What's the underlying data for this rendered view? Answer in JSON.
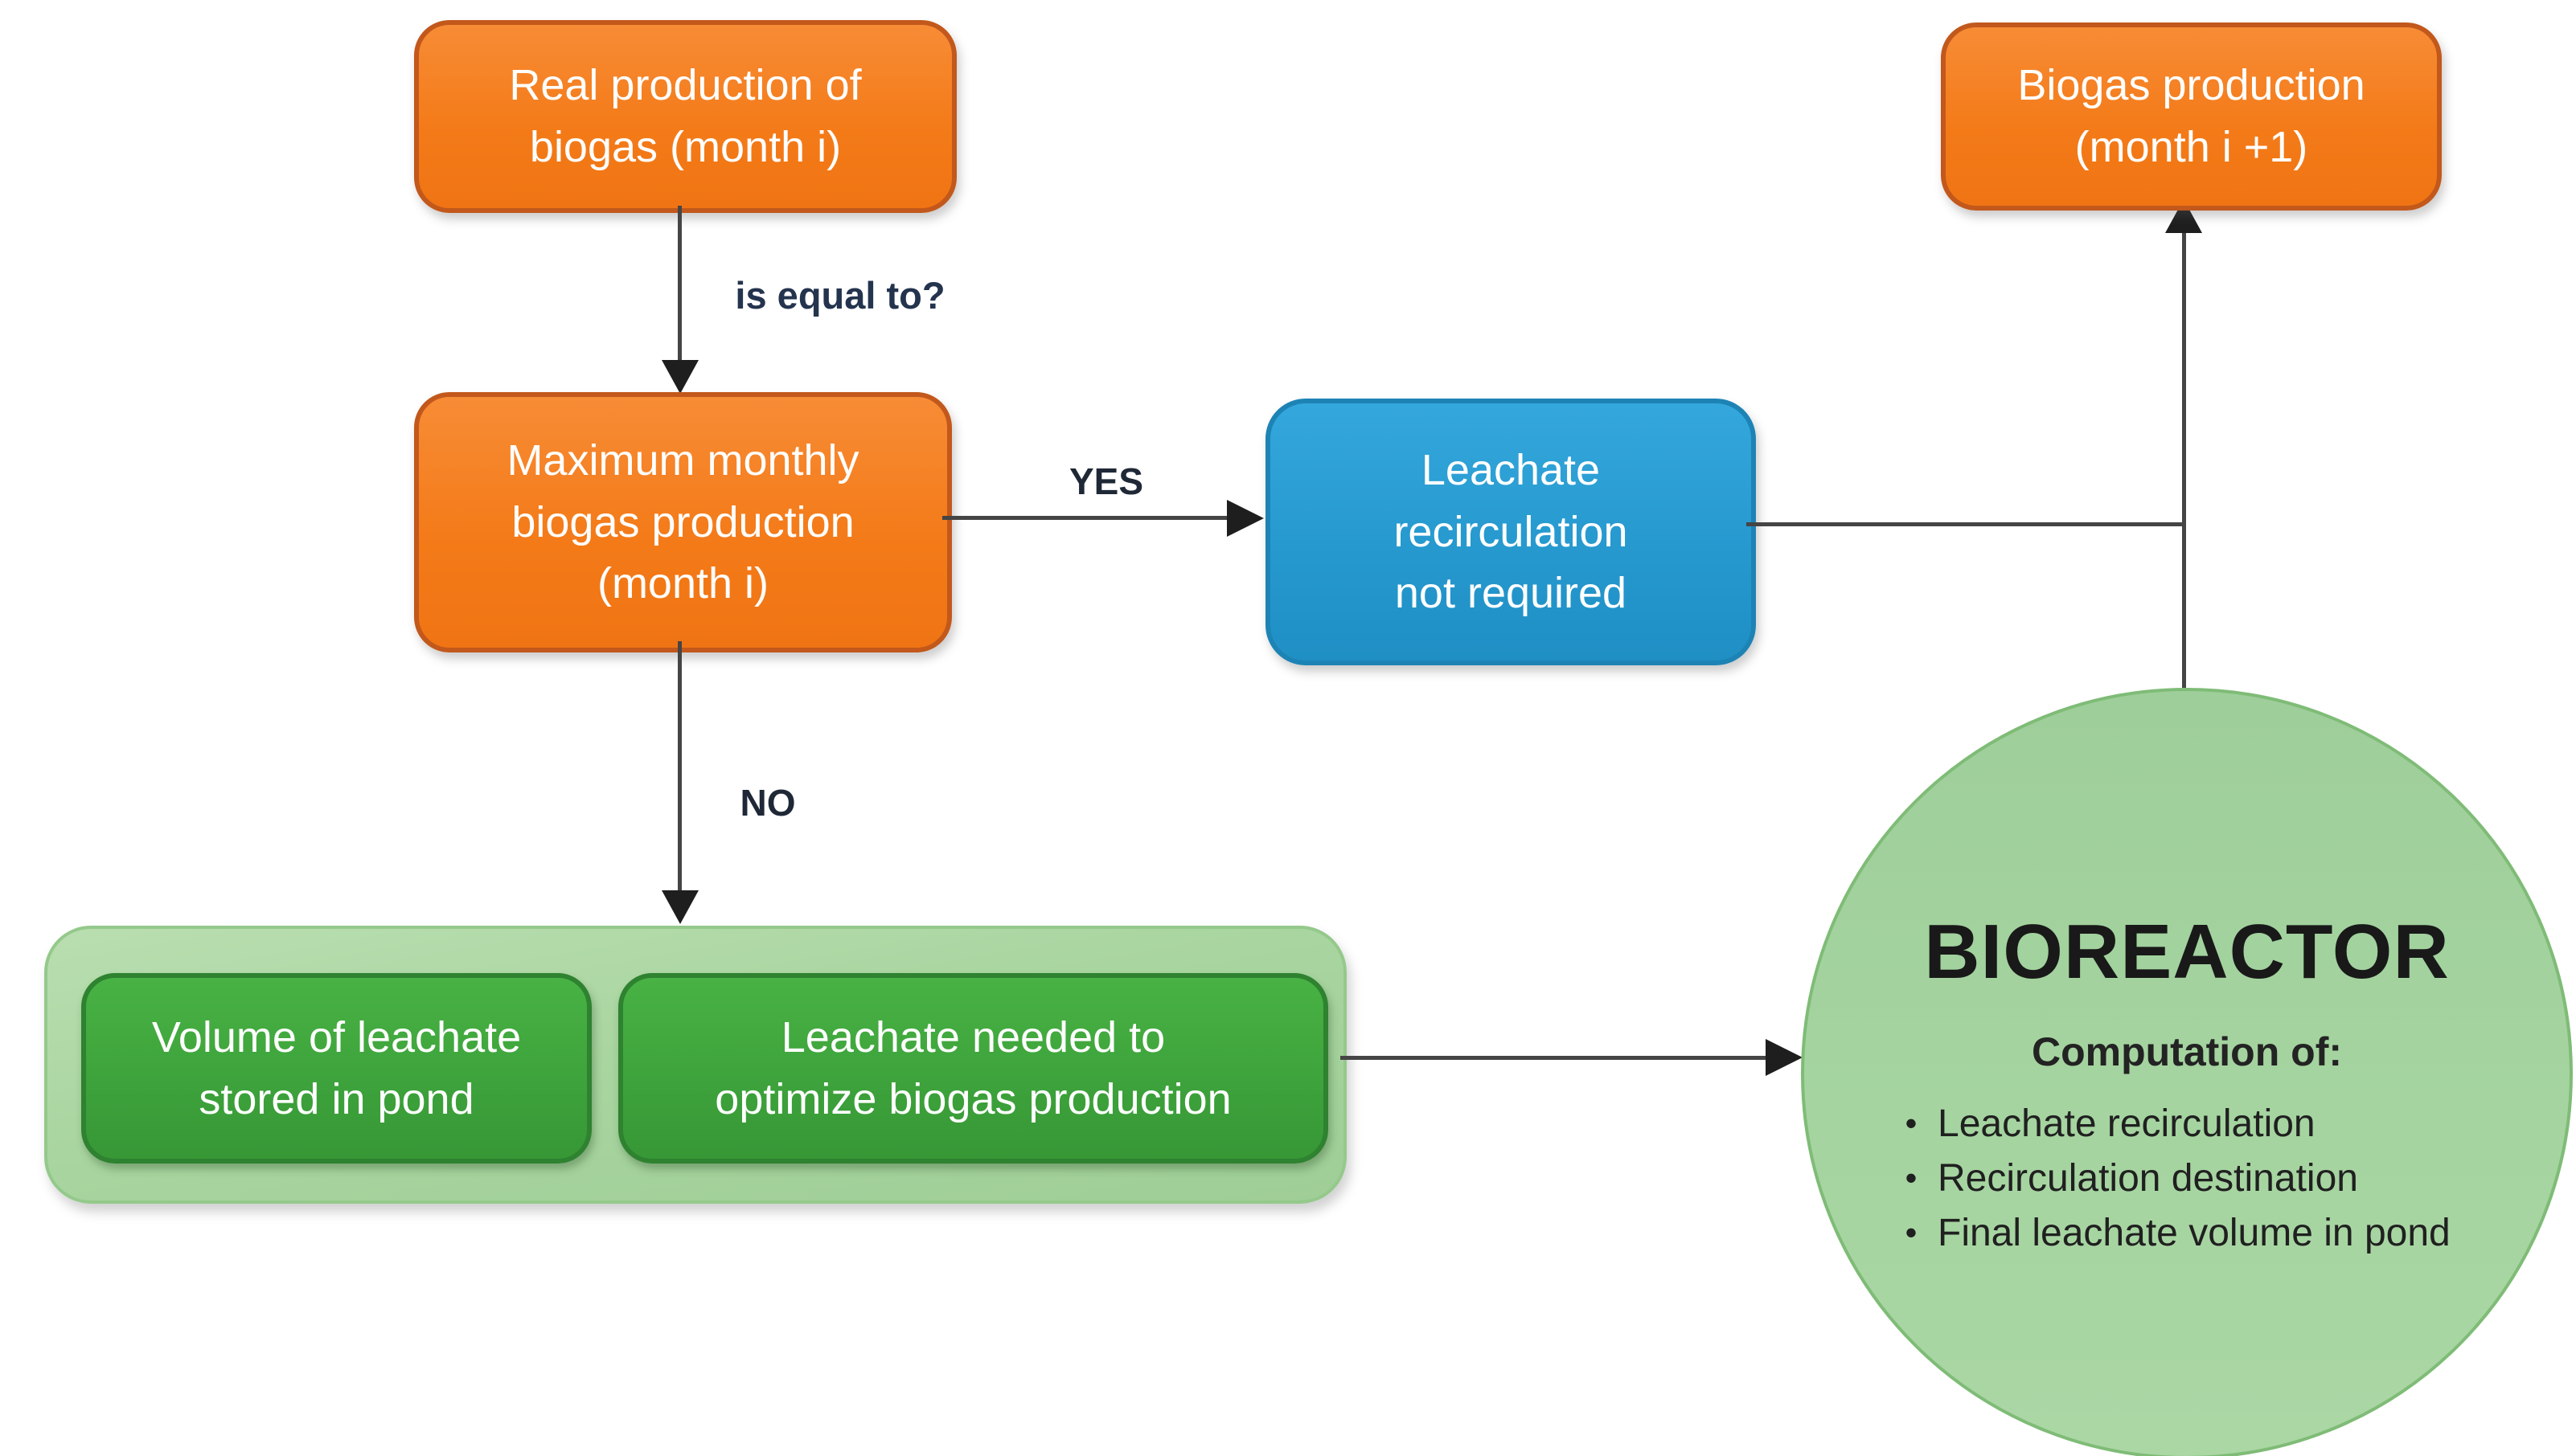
{
  "nodes": {
    "real_production": {
      "label": "Real production of\nbiogas (month i)"
    },
    "max_monthly": {
      "label": "Maximum monthly\nbiogas production\n(month i)"
    },
    "leachate_not_required": {
      "label": "Leachate\nrecirculation\nnot required"
    },
    "volume_stored": {
      "label": "Volume of leachate\nstored in pond"
    },
    "leachate_needed": {
      "label": "Leachate needed to\noptimize biogas production"
    },
    "biogas_next": {
      "label": "Biogas production\n(month i +1)"
    }
  },
  "edge_labels": {
    "is_equal_to": "is equal to?",
    "yes": "YES",
    "no": "NO"
  },
  "bioreactor": {
    "title": "BIOREACTOR",
    "subtitle": "Computation of:",
    "bullet_char": "•",
    "bullets": [
      "Leachate recirculation",
      "Recirculation destination",
      "Final leachate volume in pond"
    ]
  },
  "colors": {
    "orange_fill": "#F47B19",
    "orange_border": "#C2581B",
    "blue_fill": "#2598CE",
    "blue_border": "#1D83B5",
    "green_dark_fill": "#3DA23B",
    "green_dark_border": "#2E8230",
    "green_light_fill": "#A9D5A0",
    "green_light_border": "#94C98B",
    "circle_fill": "#A5D4A0",
    "circle_border": "#7FBC77",
    "arrow_line": "#454545",
    "arrowhead": "#1E1E1E",
    "box_text": "#FFFFFF",
    "circle_text": "#202020",
    "edge_label_text": "#24344E"
  }
}
